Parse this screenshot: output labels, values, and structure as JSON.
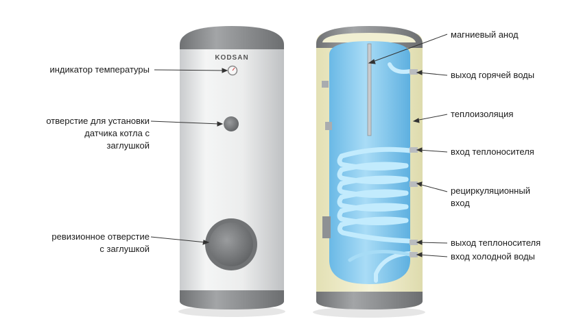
{
  "brand": "KODSAN",
  "labels_left": {
    "temp_indicator": "индикатор температуры",
    "sensor_hole": [
      "отверстие для установки",
      "датчика котла с",
      "заглушкой"
    ],
    "inspection_hole": [
      "ревизионное отверстие",
      "с заглушкой"
    ]
  },
  "labels_right": {
    "anode": "магниевый анод",
    "hot_out": "выход горячей воды",
    "insulation": "теплоизоляция",
    "coil_in": "вход теплоносителя",
    "recirc": [
      "рециркуляционный",
      "вход"
    ],
    "coil_out": "выход теплоносителя",
    "cold_in": "вход холодной воды"
  },
  "colors": {
    "shell": "#e9eaeb",
    "cap": "#8c8e90",
    "water": "#7fc8ef",
    "coil": "#b7e6fb",
    "insulation": "#eeecc8",
    "leader": "#333333"
  }
}
